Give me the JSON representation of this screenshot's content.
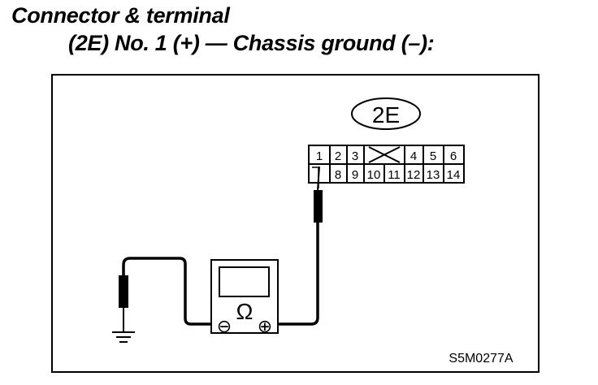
{
  "heading": {
    "line1": "Connector & terminal",
    "line2": "(2E) No. 1 (+) — Chassis ground (–):"
  },
  "connector": {
    "label": "2E",
    "top_row": [
      "1",
      "2",
      "3",
      "4",
      "5",
      "6"
    ],
    "bottom_row": [
      "7",
      "8",
      "9",
      "10",
      "11",
      "12",
      "13",
      "14"
    ]
  },
  "meter": {
    "symbol": "Ω",
    "negative_terminal": "⊖",
    "positive_terminal": "⊕"
  },
  "figure_id": "S5M0277A"
}
